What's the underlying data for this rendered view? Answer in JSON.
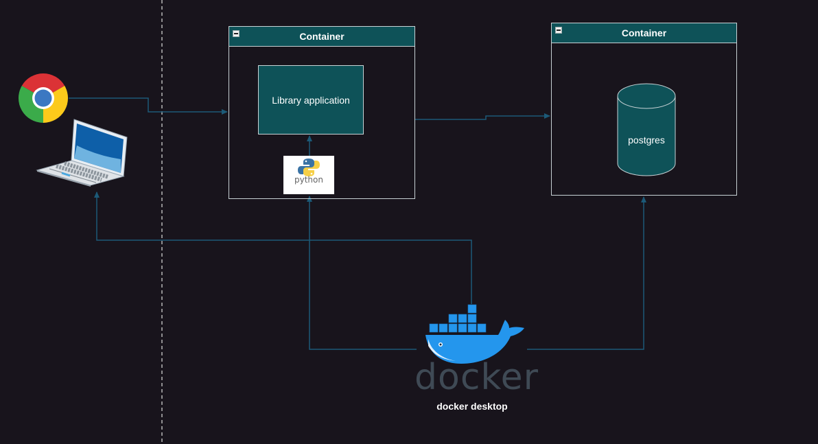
{
  "containers": [
    {
      "title": "Container"
    },
    {
      "title": "Container"
    }
  ],
  "app_box": {
    "label": "Library application"
  },
  "python_logo": {
    "text": "python"
  },
  "database": {
    "label": "postgres"
  },
  "docker": {
    "wordmark": "docker",
    "caption": "docker desktop"
  },
  "colors": {
    "background": "#18141c",
    "container_fill": "#0e5258",
    "container_border": "#c9d3d6",
    "connector": "#1c5a78",
    "docker_blue": "#2496ed",
    "divider": "#b8b8b8"
  },
  "icons": [
    "chrome-browser-icon",
    "laptop-icon",
    "python-logo-icon",
    "database-cylinder-icon",
    "docker-whale-icon",
    "collapse-icon"
  ]
}
